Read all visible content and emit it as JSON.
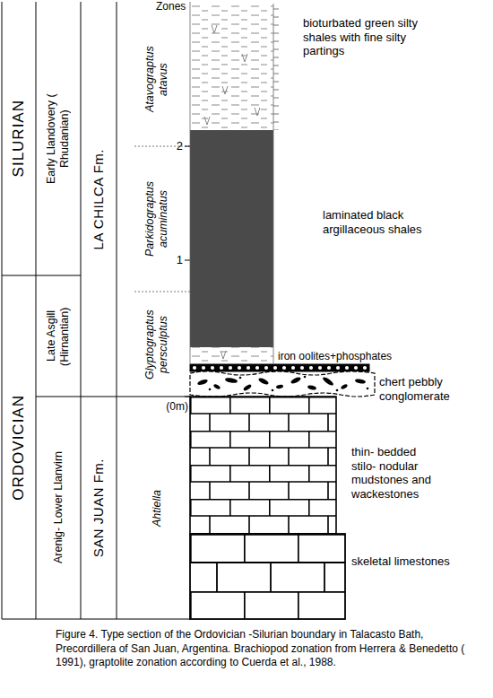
{
  "diagram": {
    "caption": "Figure 4. Type section of the Ordovician -Silurian boundary in Talacasto Bath, Precordillera of San Juan, Argentina. Brachiopod zonation from Herrera & Benedetto ( 1991), graptolite zonation according to Cuerda et al., 1988.",
    "nodes": [
      {
        "text": [
          "SILURIAN"
        ]
      },
      {
        "text": [
          "Early Llandovery ( Rhudanian)"
        ]
      },
      {
        "text": [
          "LA CHILCA Fm."
        ]
      },
      {
        "text": [
          "Atavograptus atavus"
        ]
      },
      {
        "text": [
          "Parkidograptus acuminatus"
        ]
      },
      {
        "text": [
          "Glyptograptus persculptus"
        ]
      },
      {
        "text": [
          "ORDOVICIAN"
        ]
      },
      {
        "text": [
          "Late Asgill (Hirnantian)"
        ]
      },
      {
        "text": [
          "Arenig- Lower Llanvirn"
        ]
      },
      {
        "text": [
          "SAN JUAN Fm."
        ]
      },
      {
        "text": [
          "Ahtiella"
        ]
      }
    ],
    "labels": [
      "Zones",
      "2",
      "1",
      "(0m)",
      "bioturbated green silty shales with fine silty partings",
      "laminated black argillaceous shales",
      "iron oolites+phosphates",
      "chert pebbly conglomerate",
      "thin- bedded stilo- nodular mudstones and wackestones",
      "skeletal limestones"
    ]
  }
}
